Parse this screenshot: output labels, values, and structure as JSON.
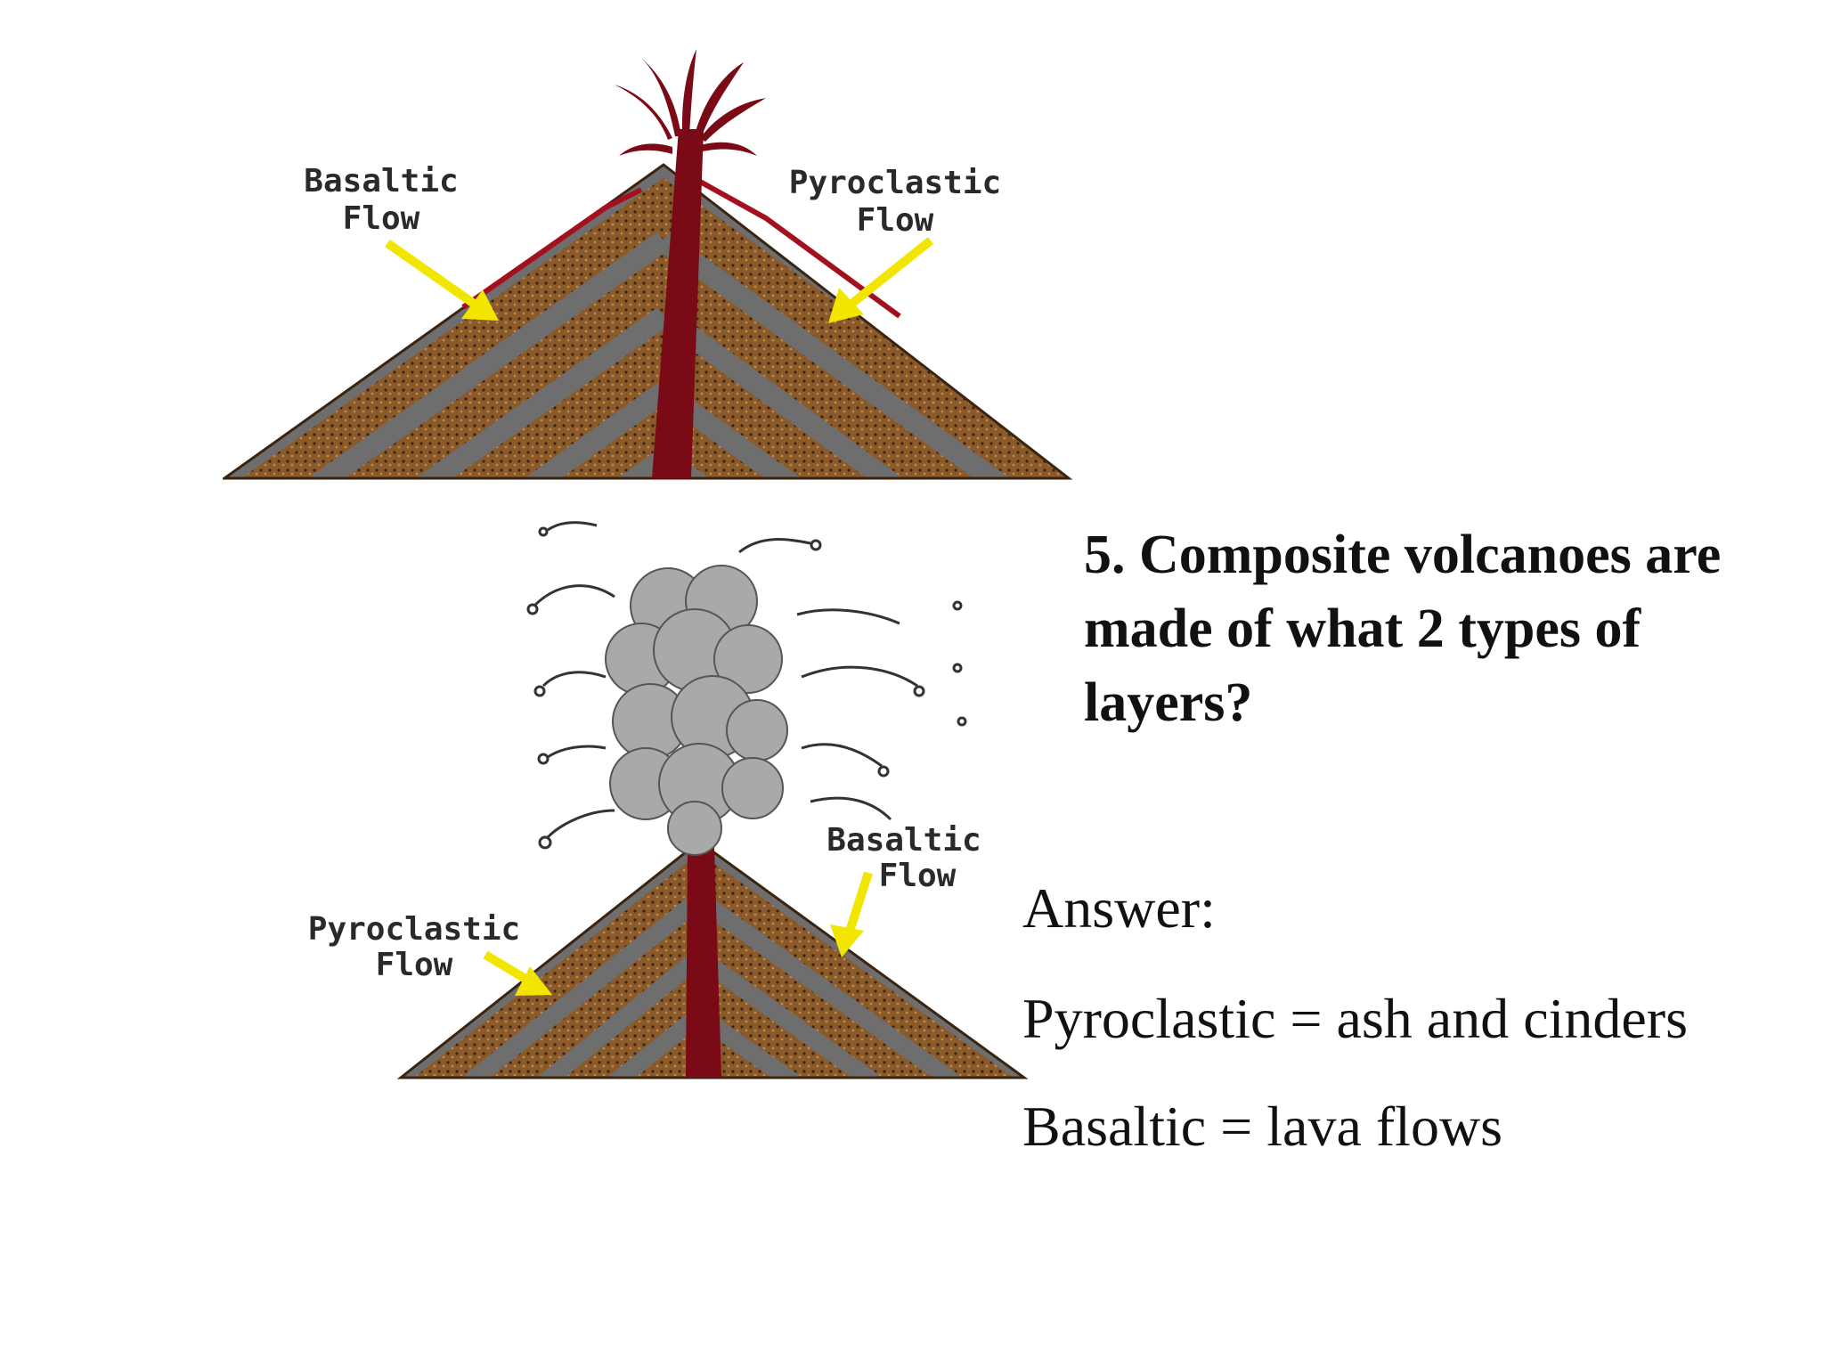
{
  "colors": {
    "magma": "#7a0a16",
    "pyroclastic_layer": "#8a5a2b",
    "basaltic_layer": "#6e6e6e",
    "arrow": "#f2e600",
    "ash_cloud": "#a9a9a9"
  },
  "top_diagram": {
    "label_left": {
      "line1": "Basaltic",
      "line2": "Flow"
    },
    "label_right": {
      "line1": "Pyroclastic",
      "line2": "Flow"
    }
  },
  "bottom_diagram": {
    "label_left": {
      "line1": "Pyroclastic",
      "line2": "Flow"
    },
    "label_right": {
      "line1": "Basaltic",
      "line2": "Flow"
    }
  },
  "question": "5. Composite volcanoes are made of what 2 types of layers?",
  "answer": {
    "heading": "Answer:",
    "line1": "Pyroclastic = ash and cinders",
    "line2": "Basaltic = lava flows"
  }
}
